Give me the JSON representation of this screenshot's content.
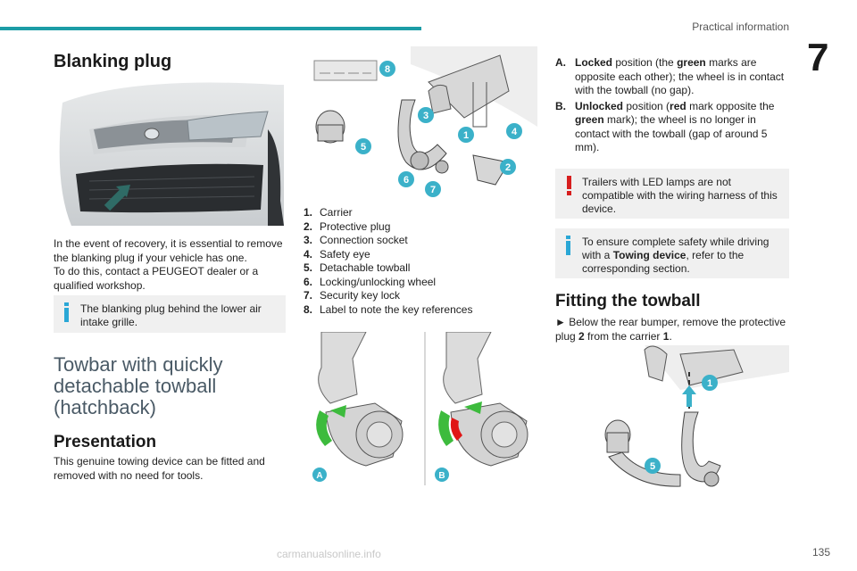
{
  "header": {
    "title": "Practical information",
    "chapter": "7"
  },
  "page_number": "135",
  "watermark": "carmanualsonline.info",
  "left": {
    "title": "Blanking plug",
    "para1": "In the event of recovery, it is essential to remove the blanking plug if your vehicle has one.",
    "para2": "To do this, contact a PEUGEOT dealer or a qualified workshop.",
    "info": "The blanking plug behind the lower air intake grille.",
    "big_heading": [
      "Towbar with quickly",
      "detachable towball",
      "(hatchback)"
    ],
    "presentation_title": "Presentation",
    "presentation_text": "This genuine towing device can be fitted and removed with no need for tools."
  },
  "middle": {
    "callouts": [
      "8",
      "3",
      "1",
      "4",
      "5",
      "2",
      "6",
      "7"
    ],
    "legend": [
      {
        "num": "1.",
        "text": "Carrier"
      },
      {
        "num": "2.",
        "text": "Protective plug"
      },
      {
        "num": "3.",
        "text": "Connection socket"
      },
      {
        "num": "4.",
        "text": "Safety eye"
      },
      {
        "num": "5.",
        "text": "Detachable towball"
      },
      {
        "num": "6.",
        "text": "Locking/unlocking wheel"
      },
      {
        "num": "7.",
        "text": "Security key lock"
      },
      {
        "num": "8.",
        "text": "Label to note the key references"
      }
    ],
    "fig_labels": [
      "A",
      "B"
    ]
  },
  "right": {
    "pos_a": {
      "label": "A.",
      "t1": "Locked",
      "t2": " position (the ",
      "t3": "green",
      "t4": " marks are opposite each other); the wheel is in contact with the towball (no gap)."
    },
    "pos_b": {
      "label": "B.",
      "t1": "Unlocked",
      "t2": " position (",
      "t3": "red",
      "t4": " mark opposite the ",
      "t5": "green",
      "t6": " mark); the wheel is no longer in contact with the towball (gap of around 5 mm)."
    },
    "warning": "Trailers with LED lamps are not compatible with the wiring harness of this device.",
    "info_a": "To ensure complete safety while driving with a ",
    "info_b": "Towing device",
    "info_c": ", refer to the corresponding section.",
    "fitting_title": "Fitting the towball",
    "step_a": "► Below the rear bumper, remove the protective plug ",
    "step_b": "2",
    "step_c": " from the carrier ",
    "step_d": "1",
    "step_e": ".",
    "callouts": [
      "1",
      "5"
    ]
  },
  "colors": {
    "accent": "#1c9ca6",
    "callout": "#3bb1c9",
    "green": "#3dbb3d",
    "red": "#e01515",
    "info": "#2aa7d6",
    "warning": "#d71e1e"
  }
}
